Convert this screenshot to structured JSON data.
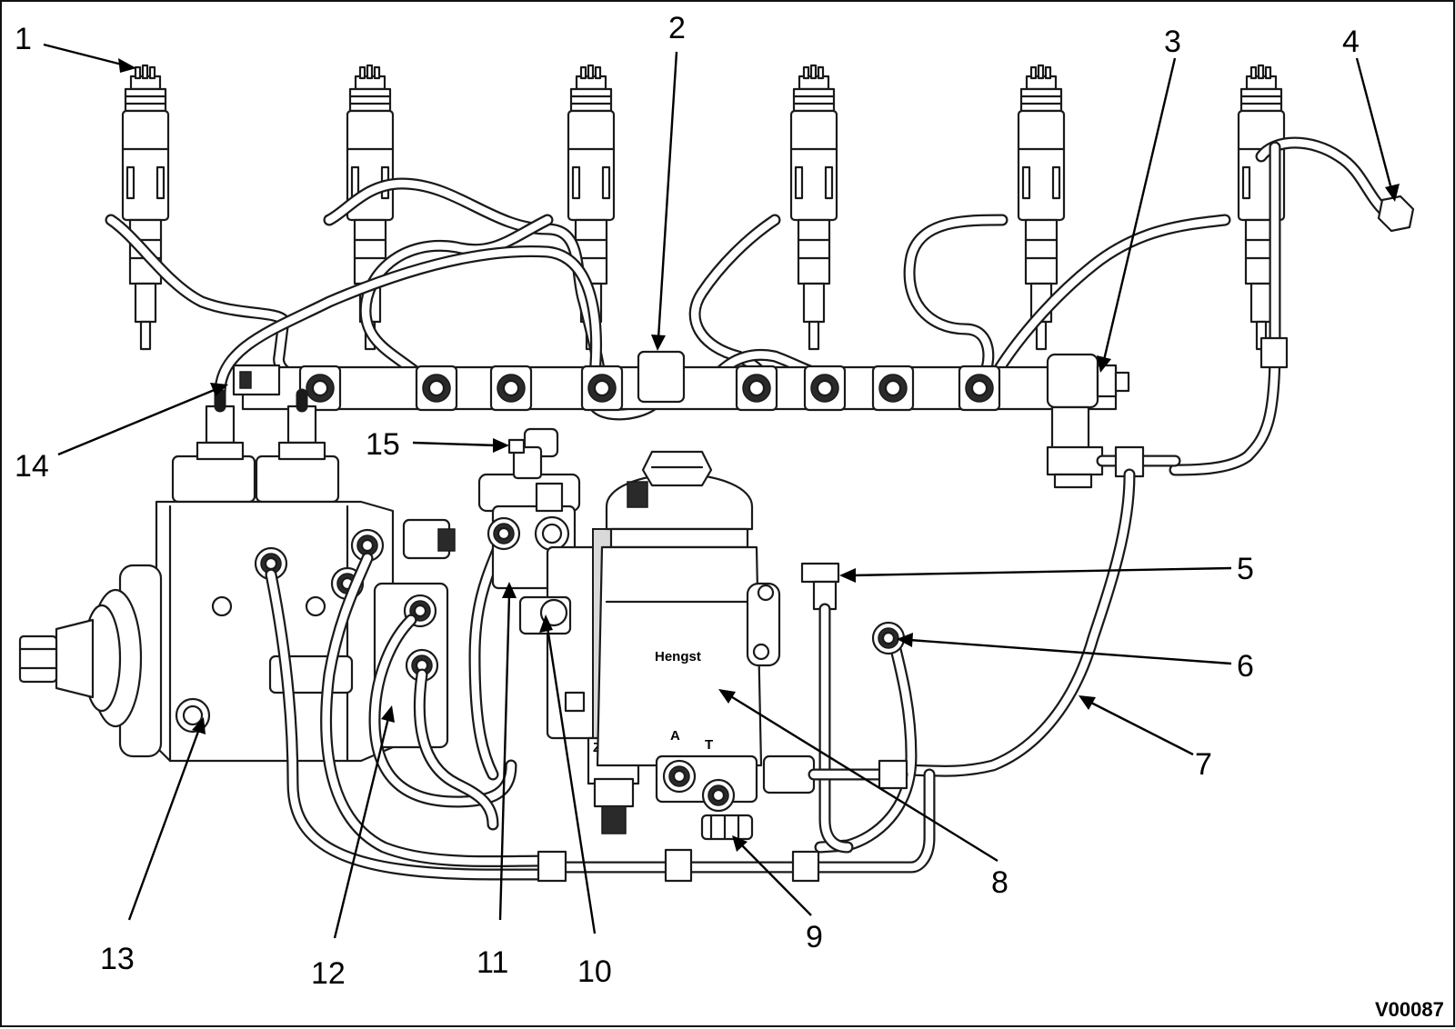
{
  "diagram": {
    "drawing_number": "V00087",
    "brand_mark": "Hengst",
    "port_marks": [
      "A",
      "T",
      "Z"
    ],
    "callouts": [
      {
        "id": "1"
      },
      {
        "id": "2"
      },
      {
        "id": "3"
      },
      {
        "id": "4"
      },
      {
        "id": "5"
      },
      {
        "id": "6"
      },
      {
        "id": "7"
      },
      {
        "id": "8"
      },
      {
        "id": "9"
      },
      {
        "id": "10"
      },
      {
        "id": "11"
      },
      {
        "id": "12"
      },
      {
        "id": "13"
      },
      {
        "id": "14"
      },
      {
        "id": "15"
      }
    ]
  }
}
